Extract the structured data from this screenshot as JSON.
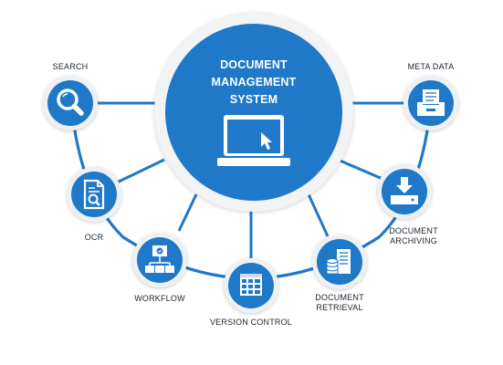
{
  "hub": {
    "title_lines": [
      "DOCUMENT",
      "MANAGEMENT",
      "SYSTEM"
    ],
    "icon": "laptop-cursor-icon"
  },
  "nodes": {
    "search": {
      "label_lines": [
        "SEARCH"
      ],
      "icon": "magnifier-icon"
    },
    "ocr": {
      "label_lines": [
        "OCR"
      ],
      "icon": "document-scan-icon"
    },
    "workflow": {
      "label_lines": [
        "WORKFLOW"
      ],
      "icon": "org-chart-icon"
    },
    "version_control": {
      "label_lines": [
        "VERSION CONTROL"
      ],
      "icon": "grid-table-icon"
    },
    "document_retrieval": {
      "label_lines": [
        "DOCUMENT",
        "RETRIEVAL"
      ],
      "icon": "server-database-icon"
    },
    "document_archiving": {
      "label_lines": [
        "DOCUMENT",
        "ARCHIVING"
      ],
      "icon": "download-tray-icon"
    },
    "meta_data": {
      "label_lines": [
        "META DATA"
      ],
      "icon": "file-drawer-icon"
    }
  },
  "colors": {
    "primary": "#1f78c8",
    "ring": "#eef1f4",
    "text": "#1d2430"
  }
}
